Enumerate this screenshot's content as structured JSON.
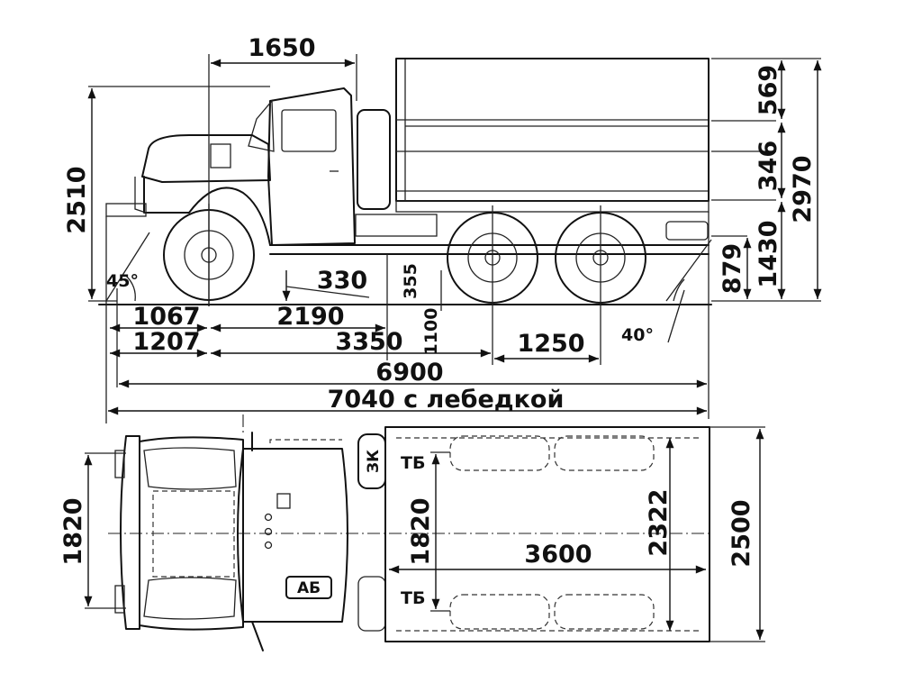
{
  "side_view": {
    "dim_1650": "1650",
    "dim_2510": "2510",
    "dim_569": "569",
    "dim_346": "346",
    "dim_2970": "2970",
    "dim_879": "879",
    "dim_1430": "1430",
    "angle_front": "45°",
    "dim_330": "330",
    "dim_355": "355",
    "dim_1100": "1100",
    "dim_1067": "1067",
    "dim_2190": "2190",
    "dim_1207": "1207",
    "dim_3350": "3350",
    "dim_1250": "1250",
    "angle_rear": "40°",
    "dim_6900": "6900",
    "dim_7040": "7040 с лебедкой"
  },
  "top_view": {
    "dim_1820_front": "1820",
    "label_zk": "ЗК",
    "label_tb_top": "ТБ",
    "label_tb_bottom": "ТБ",
    "dim_1820_rear": "1820",
    "dim_3600": "3600",
    "dim_2322": "2322",
    "dim_2500": "2500",
    "label_ab": "АБ"
  }
}
